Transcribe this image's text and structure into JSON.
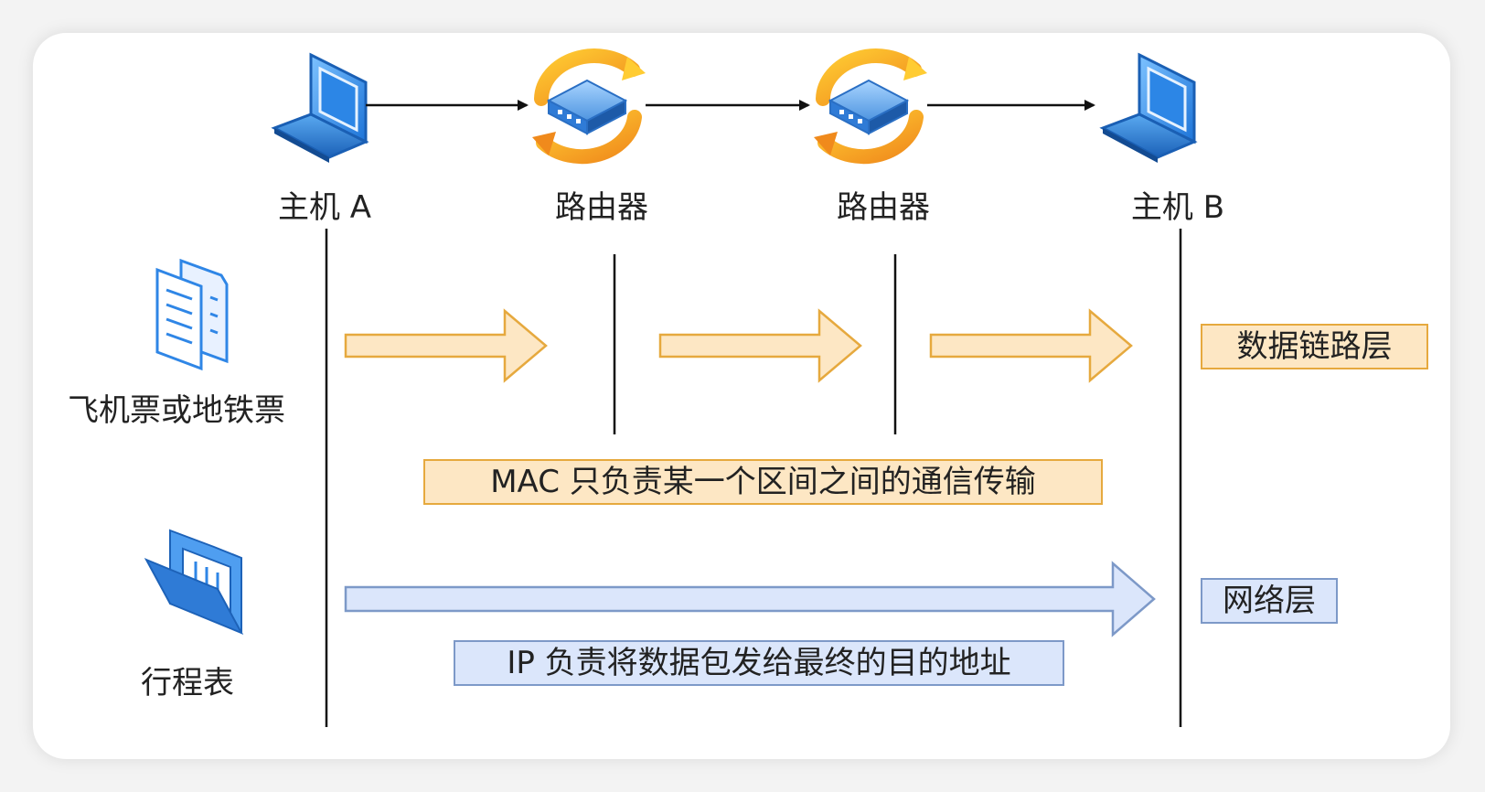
{
  "diagram": {
    "nodes": [
      {
        "label": "主机 A",
        "icon": "laptop-icon"
      },
      {
        "label": "路由器",
        "icon": "router-icon"
      },
      {
        "label": "路由器",
        "icon": "router-icon"
      },
      {
        "label": "主机 B",
        "icon": "laptop-icon"
      }
    ],
    "analogy": {
      "ticket_label": "飞机票或地铁票",
      "ticket_icon": "document-icon",
      "itinerary_label": "行程表",
      "itinerary_icon": "folder-icon"
    },
    "layers": {
      "datalink_label": "数据链路层",
      "network_label": "网络层"
    },
    "notes": {
      "mac_note": "MAC 只负责某一个区间之间的通信传输",
      "ip_note": "IP 负责将数据包发给最终的目的地址"
    },
    "colors": {
      "orange_fill": "#fde7c4",
      "orange_stroke": "#e6a93e",
      "blue_fill": "#dbe6fb",
      "blue_stroke": "#7d99c8",
      "line": "#111111"
    }
  }
}
